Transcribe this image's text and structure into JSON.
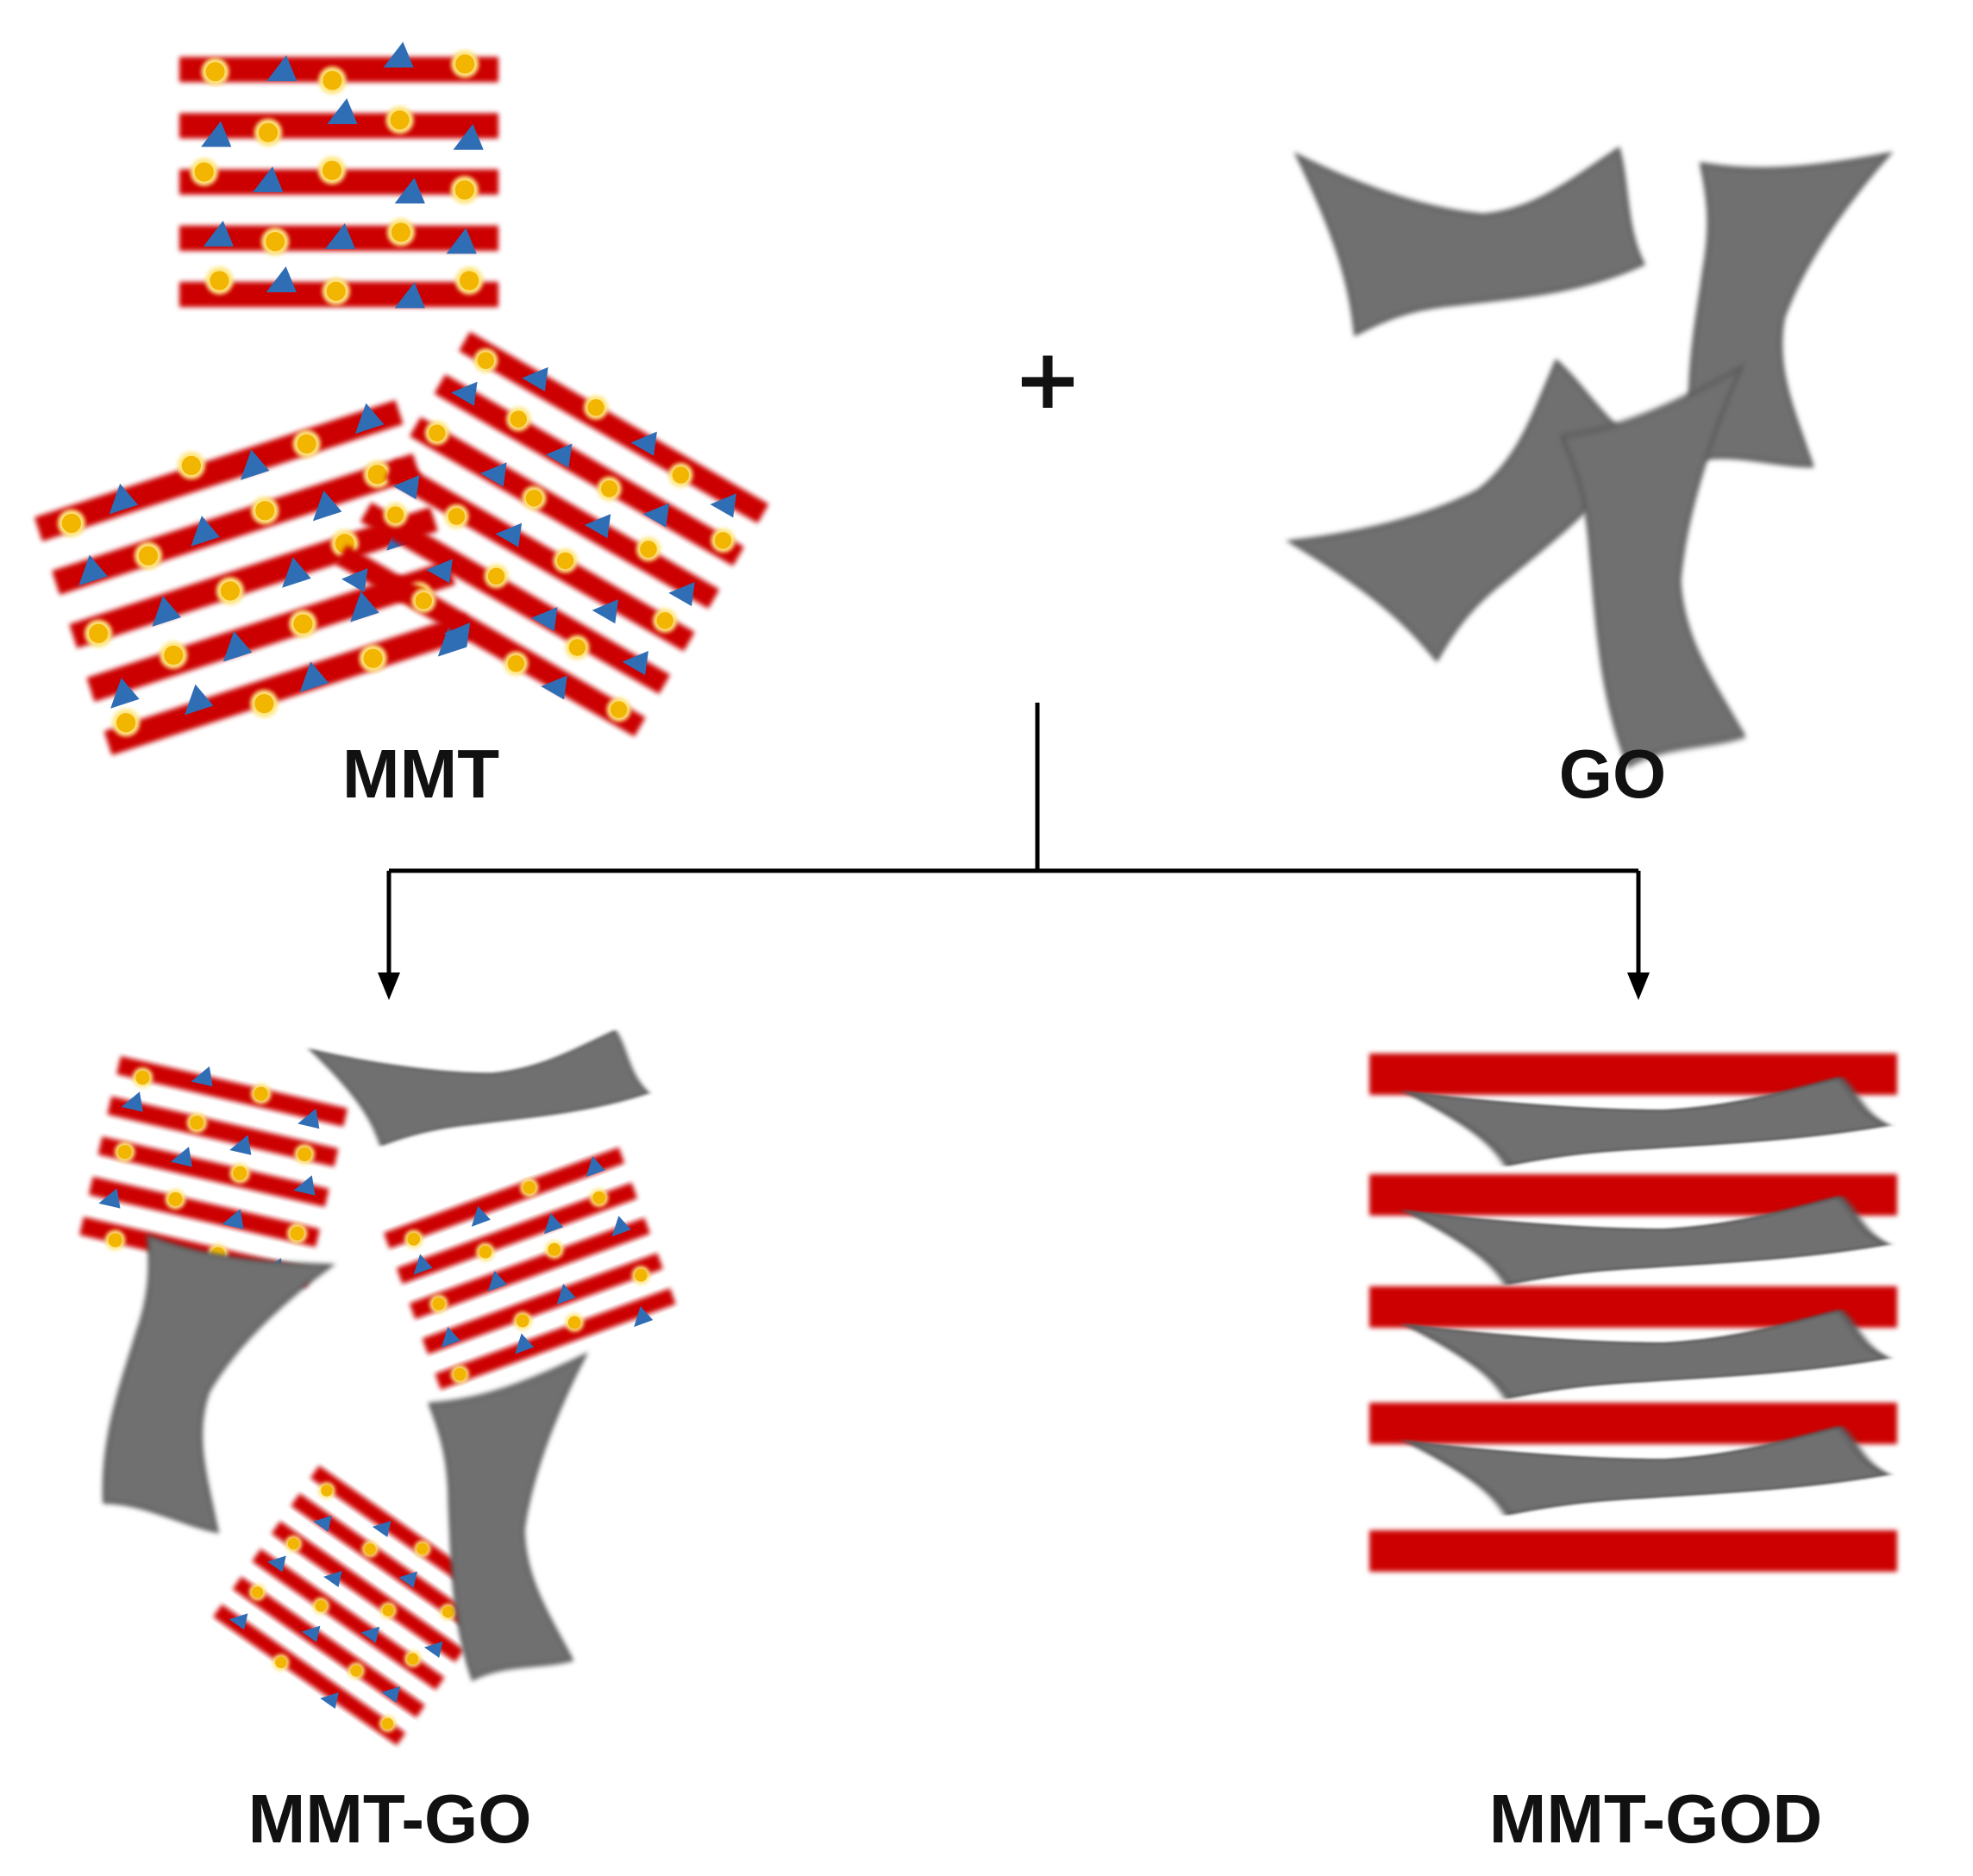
{
  "labels": {
    "mmt": "MMT",
    "go": "GO",
    "plus": "+",
    "mmt_go": "MMT-GO",
    "mmt_god": "MMT-GOD"
  },
  "colors": {
    "clay_layer": "#cc0000",
    "cation_dot": "#f2b600",
    "cation_glow": "#ffe680",
    "anion_triangle": "#2f6db5",
    "graphene_oxide": "#6f6f6f",
    "graphene_oxide_edge": "#5a5a5a",
    "line": "#000000"
  },
  "icons": {
    "clay_stack": "layered-clay-icon",
    "go_sheet": "graphene-oxide-sheet-icon",
    "arrow": "arrow-down-icon"
  }
}
